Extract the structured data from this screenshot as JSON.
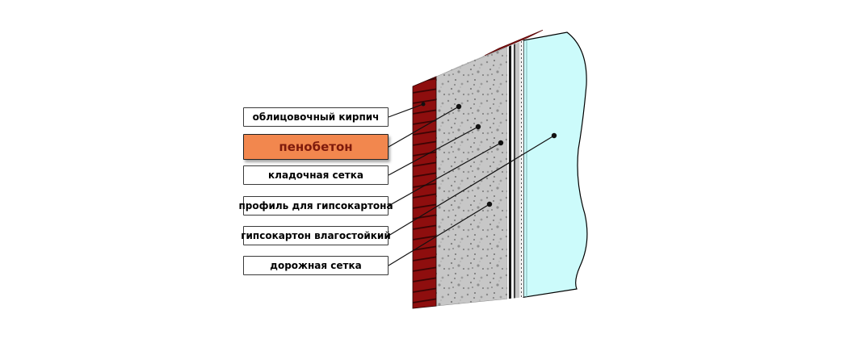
{
  "diagram": {
    "type": "wall-construction-cross-section",
    "labels": [
      {
        "id": "facing-brick",
        "text": "облицовочный кирпич",
        "highlighted": false
      },
      {
        "id": "foam-concrete",
        "text": "пенобетон",
        "highlighted": true
      },
      {
        "id": "masonry-mesh",
        "text": "кладочная сетка",
        "highlighted": false
      },
      {
        "id": "drywall-profile",
        "text": "профиль для гипсокартона",
        "highlighted": false
      },
      {
        "id": "moisture-resistant-drywall",
        "text": "гипсокартон влагостойкий",
        "highlighted": false
      },
      {
        "id": "road-mesh",
        "text": "дорожная сетка",
        "highlighted": false
      }
    ],
    "colors": {
      "background": "#ffffff",
      "brick_red": "#8e0e0e",
      "brick_mortar": "#3a0404",
      "concrete_gray": "#c7c7c7",
      "drywall_cyan": "#ccfbfb",
      "highlight_orange": "#f2874e",
      "highlight_text": "#7e1a0c",
      "label_background": "#ffffff",
      "label_border": "#3a3a3a",
      "leader_line": "#111111"
    }
  }
}
